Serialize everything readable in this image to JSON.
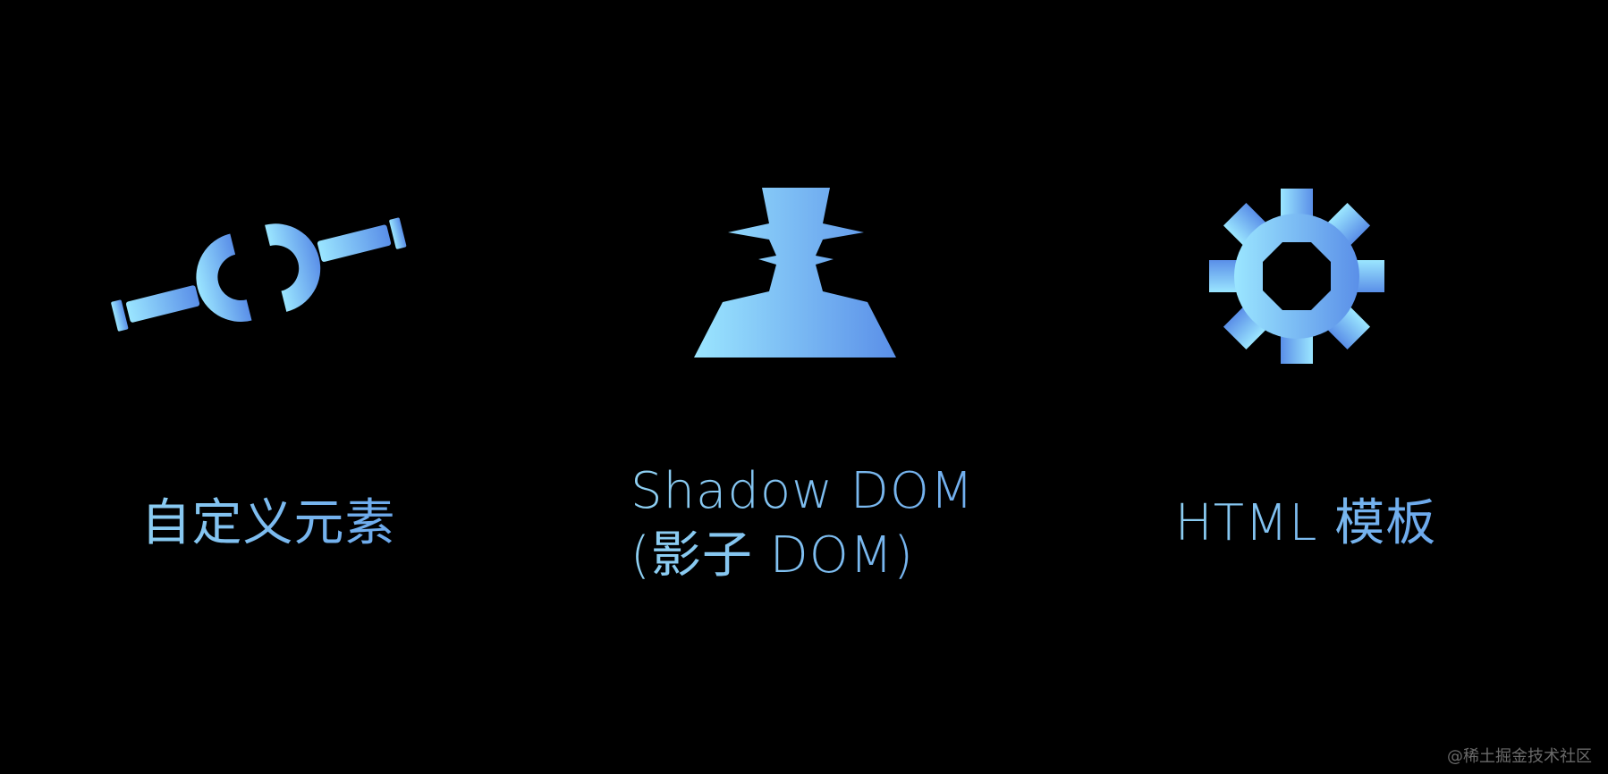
{
  "features": [
    {
      "icon": "wrench-icon",
      "label_lines": [
        "自定义元素"
      ]
    },
    {
      "icon": "spy-icon",
      "label_lines": [
        "Shadow DOM",
        "(影子 DOM)"
      ]
    },
    {
      "icon": "gear-icon",
      "label_lines": [
        "HTML 模板"
      ]
    }
  ],
  "watermark": "@稀土掘金技术社区",
  "colors": {
    "background": "#000000",
    "gradient_start": "#9be6ff",
    "gradient_end": "#5a8fe8",
    "text_start": "#8ed0f2",
    "text_end": "#6aa6ec",
    "watermark": "#6a6a6a"
  }
}
